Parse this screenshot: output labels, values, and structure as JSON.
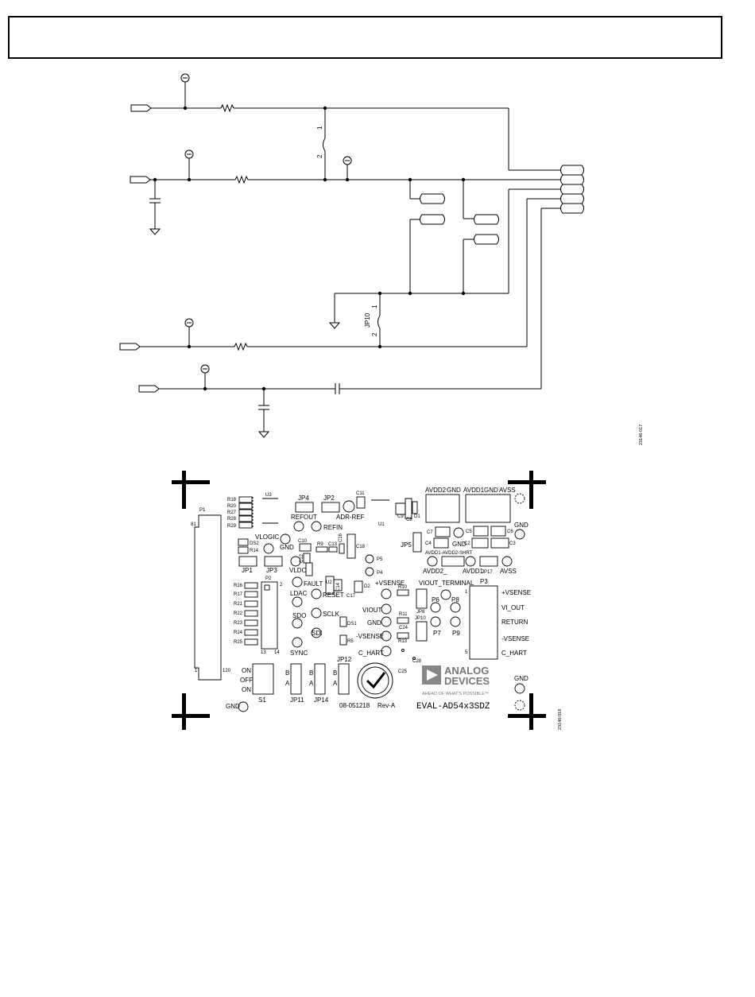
{
  "schematic": {
    "pin_labels": [
      "1",
      "2",
      "1",
      "2"
    ],
    "jumper_label": "JP10",
    "figure_id": "23146-017"
  },
  "board": {
    "figure_id": "23146-018",
    "labels": {
      "r18": "R18",
      "r20": "R20",
      "r27": "R27",
      "r28": "R28",
      "r29": "R29",
      "u3": "U3",
      "p1": "P1",
      "p1_pin_a": "81",
      "p1_pin_b": "1",
      "p1_pin_c": "120",
      "jp4": "JP4",
      "jp2": "JP2",
      "c11": "C11",
      "refout": "REFOUT",
      "refin": "REFIN",
      "adr_ref": "ADR-REF",
      "u1": "U1",
      "c9": "C9",
      "c8": "C8",
      "d1": "D1",
      "avdd2": "AVDD2",
      "gnd1": "GND",
      "avdd1": "AVDD1",
      "gnd2": "GND",
      "avss_top": "AVSS",
      "gnd_right": "GND",
      "vlogic": "VLOGIC",
      "gnd3": "GND",
      "ds2": "DS2",
      "r14": "R14",
      "c10": "C10",
      "r9": "R9",
      "c13": "C13",
      "c16": "C16",
      "c18": "C18",
      "c12": "C12",
      "c7": "C7",
      "c5": "C5",
      "c6": "C6",
      "c4": "C4",
      "gnd4": "GND",
      "c2": "C2",
      "c3": "C3",
      "jp5": "JP5",
      "avdd_short": "AVDD1-AVDD2-SHRT",
      "jp1": "JP1",
      "jp3": "JP3",
      "vldo": "VLDO",
      "p5": "P5",
      "p4": "P4",
      "avdd2_b": "AVDD2_",
      "avdd1_b": "AVDD1",
      "jp17": "JP17",
      "avss_b": "AVSS",
      "r16": "R16",
      "r17": "R17",
      "r21": "R21",
      "r22": "R22",
      "r23": "R23",
      "r24": "R24",
      "r25": "R25",
      "p2": "P2",
      "p2_pin_a": "2",
      "p2_pin_b": "13",
      "p2_pin_c": "14",
      "fault": "FAULT",
      "u2": "U2",
      "ldac": "LDAC",
      "reset": "RESET",
      "c14": "C14",
      "d2": "D2",
      "c17": "C17",
      "vsense_p": "+VSENSE",
      "r10": "R10",
      "viout_terminal": "VIOUT_TERMINAL",
      "p3": "P3",
      "p3_pin1": "1",
      "p3_pin5": "5",
      "t_vsense_p": "+VSENSE",
      "t_vi_out": "VI_OUT",
      "t_return": "RETURN",
      "t_vsense_m": "-VSENSE",
      "t_c_hart": "C_HART",
      "sdo": "SDO",
      "sclk": "SCLK",
      "viout": "VIOUT",
      "r11": "R11",
      "gnd5": "GND",
      "c24": "C24",
      "ds1": "DS1",
      "r5": "R5",
      "vsense_m": "-VSENSE",
      "r13": "R13",
      "jp8": "JP8",
      "jp10": "JP10",
      "p6": "P6",
      "p8": "P8",
      "p7": "P7",
      "p9": "P9",
      "sdi": "SDI",
      "sync": "SYNC",
      "c_hart": "C_HART",
      "c28": "C28",
      "c25": "C25",
      "on1": "ON",
      "off": "OFF",
      "on2": "ON",
      "s1": "S1",
      "gnd_bottom": "GND",
      "b1": "B",
      "a1": "A",
      "b2": "B",
      "a2": "A",
      "b3": "B",
      "a3": "A",
      "jp11": "JP11",
      "jp14": "JP14",
      "jp12": "JP12",
      "board_no": "08-051218",
      "rev": "Rev-A",
      "logo_line1": "ANALOG",
      "logo_line2": "DEVICES",
      "tagline": "AHEAD OF WHAT'S POSSIBLE™",
      "board_name": "EVAL-AD54x3SDZ",
      "gnd_br": "GND"
    }
  }
}
